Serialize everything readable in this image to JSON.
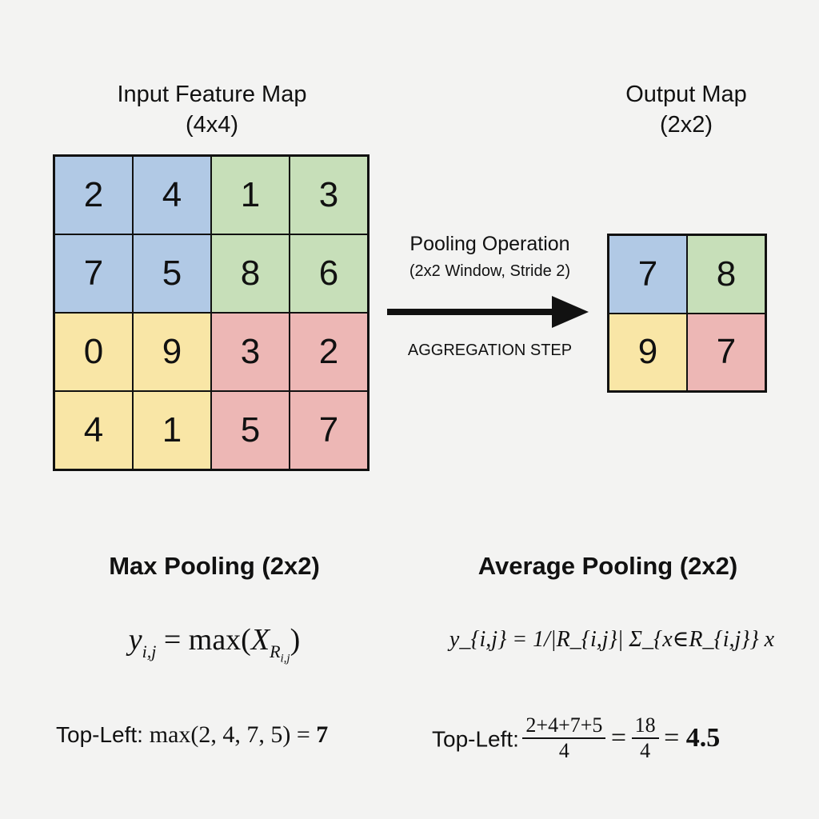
{
  "input": {
    "title": "Input Feature Map",
    "size": "(4x4)",
    "cells": [
      [
        "2",
        "4",
        "1",
        "3"
      ],
      [
        "7",
        "5",
        "8",
        "6"
      ],
      [
        "0",
        "9",
        "3",
        "2"
      ],
      [
        "4",
        "1",
        "5",
        "7"
      ]
    ]
  },
  "output": {
    "title": "Output Map",
    "size": "(2x2)",
    "cells": [
      [
        "7",
        "8"
      ],
      [
        "9",
        "7"
      ]
    ]
  },
  "colors": {
    "blue": "#b1c9e5",
    "green": "#c7dfb9",
    "yellow": "#f9e6a6",
    "red": "#edb7b5"
  },
  "operation": {
    "title": "Pooling Operation",
    "subtitle": "(2x2 Window, Stride 2)",
    "step": "AGGREGATION STEP",
    "icon": "arrow-right-icon"
  },
  "max_pooling": {
    "heading": "Max Pooling (2x2)",
    "formula": "y_{i,j} = max(X_{R_{i,j}})",
    "example_label": "Top-Left:",
    "example": "max(2, 4, 7, 5) = 7"
  },
  "avg_pooling": {
    "heading": "Average Pooling (2x2)",
    "formula": "y_{i,j} = 1/|R_{i,j}| Σ_{x∈R_{i,j}} x",
    "example_label": "Top-Left:",
    "example_num": "2+4+7+5",
    "example_den": "4",
    "example_num2": "18",
    "example_den2": "4",
    "example_result": "4.5"
  }
}
